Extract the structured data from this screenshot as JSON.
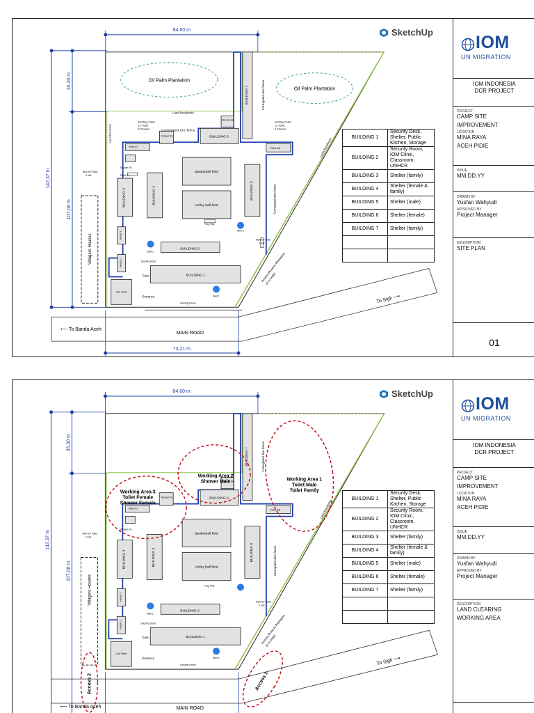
{
  "sketchup_label": "SketchUp",
  "dims": {
    "top": "84,60 m",
    "bottom": "73,21 m",
    "left_total": "142,37 m",
    "left_upper": "35,30 m",
    "left_lower": "107,08 m"
  },
  "labels": {
    "oil_palm": "Oil Palm Plantation",
    "land_boundaries": "Land bouderies",
    "land_boundaries_side": "Land bouderies",
    "land_boundaries_diag": "Land bouderies",
    "corrugated_fence": "Corrugated zinc fence",
    "corrugated_fence_v": "Corrugated zinc fence",
    "existing_toilet_l1": "Existing Toilet",
    "existing_toilet_l2": "12 Toilet",
    "existing_toilet_l3": "6 Shower",
    "building1": "BUILDING 1",
    "building2": "BUILDING 2",
    "building3": "BUILDING 3",
    "building4": "BUILDING 4",
    "building5": "BUILDING 5",
    "building6": "BUILDING 6",
    "building7": "BUILDING 7",
    "basketball": "Basketball field",
    "volleyball": "Volley ball field",
    "flag_pole": "Flag Pole",
    "toilet_f": "Toilet (F)",
    "toilet_m": "Toilet (M)",
    "shower_f": "Shower (F)",
    "shower_m": "Shower (M)",
    "shower_f_box": "Shower (F)",
    "new_sp_toilet_l1": "New SP Toilet",
    "new_sp_toilet_l2": "3 unit",
    "house1": "House 1",
    "house2": "House 2",
    "villagers": "Villagers Houses",
    "car_park": "Car Park",
    "security_desk": "Security Desk",
    "gate": "Gate",
    "entrance": "Entrance",
    "existing_fence": "Existing Fence",
    "well1": "Well 1",
    "well2": "Well 2",
    "well3": "Well 3",
    "access_road_l1": "Access Road to Plantation",
    "access_road_l2": "(4 m wide)",
    "to_sigli": "To Sigli",
    "to_banda": "To Banda Aceh",
    "main_road": "MAIN ROAD",
    "wa1_l1": "Working Area 1",
    "wa1_l2": "Toilet Male",
    "wa1_l3": "Toilet Family",
    "wa2_l1": "Working Area 2",
    "wa2_l2": "Shower Male",
    "wa3_l1": "Working Area 3",
    "wa3_l2": "Toilet Female",
    "wa3_l3": "Shower Female",
    "access1": "Access 1",
    "access2": "Access 2"
  },
  "buildings_table": [
    {
      "name": "BUILDING 1",
      "desc": "Security Desk, Shelter, Public Kitchen, Storage"
    },
    {
      "name": "BUILDING 2",
      "desc": "Security Room, IOM Clinic, Classroom, UNHCR"
    },
    {
      "name": "BUILDING 3",
      "desc": "Shelter (family)"
    },
    {
      "name": "BUILDING 4",
      "desc": "Shelter (female & family)"
    },
    {
      "name": "BUILDING 5",
      "desc": "Shelter (male)"
    },
    {
      "name": "BUILDING 6",
      "desc": "Shelter (female)"
    },
    {
      "name": "BUILDING 7",
      "desc": "Shelter (family)"
    }
  ],
  "titleblock": {
    "logo": "IOM",
    "logo_sub": "UN MIGRATION",
    "org_l1": "IOM INDONESIA",
    "org_l2": "DCR PROJECT",
    "project_label": "PROJECT",
    "project_l1": "CAMP SITE",
    "project_l2": "IMPROVEMENT",
    "location_label": "LOCATION",
    "location_l1": "MINA RAYA",
    "location_l2": "ACEH PIDIE",
    "issue_label": "ISSUE",
    "issue": "MM.DD.YY",
    "drawn_label": "DRAWN BY",
    "drawn": "Yusfan Wahyudi",
    "approved_label": "APPROVED BY",
    "approved": "Project Manager",
    "desc_label": "DESCRIPTION"
  },
  "sheets": [
    {
      "description": "SITE PLAN",
      "page": "01"
    },
    {
      "description_l1": "LAND CLEARING",
      "description_l2": "WORKING AREA"
    }
  ],
  "colors": {
    "blue": "#1f3fa8",
    "green": "#8fc24a",
    "red": "#c0141c",
    "teal": "#2f9e8a",
    "well": "#2a7be4"
  }
}
